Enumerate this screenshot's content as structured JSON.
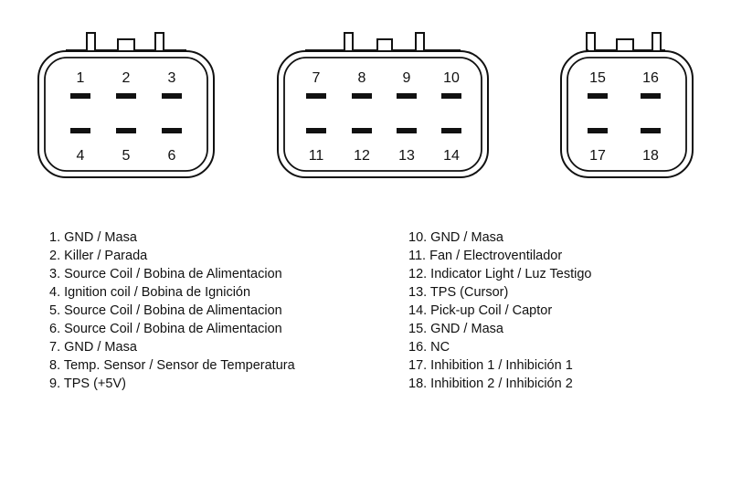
{
  "connectors": [
    {
      "name": "connector-a",
      "rows": [
        [
          "1",
          "2",
          "3"
        ],
        [
          "4",
          "5",
          "6"
        ]
      ]
    },
    {
      "name": "connector-b",
      "rows": [
        [
          "7",
          "8",
          "9",
          "10"
        ],
        [
          "11",
          "12",
          "13",
          "14"
        ]
      ]
    },
    {
      "name": "connector-c",
      "rows": [
        [
          "15",
          "16"
        ],
        [
          "17",
          "18"
        ]
      ]
    }
  ],
  "legend": {
    "left": [
      "1. GND / Masa",
      "2. Killer / Parada",
      "3. Source Coil / Bobina de Alimentacion",
      "4. Ignition coil / Bobina de Ignición",
      "5. Source Coil / Bobina de Alimentacion",
      "6. Source Coil / Bobina de Alimentacion",
      "7. GND / Masa",
      "8. Temp. Sensor / Sensor de Temperatura",
      "9. TPS (+5V)"
    ],
    "right": [
      "10. GND / Masa",
      "11. Fan / Electroventilador",
      "12. Indicator Light / Luz Testigo",
      "13. TPS (Cursor)",
      "14. Pick-up Coil / Captor",
      "15. GND / Masa",
      "16. NC",
      "17. Inhibition 1 / Inhibición 1",
      "18. Inhibition 2 / Inhibición 2"
    ]
  }
}
